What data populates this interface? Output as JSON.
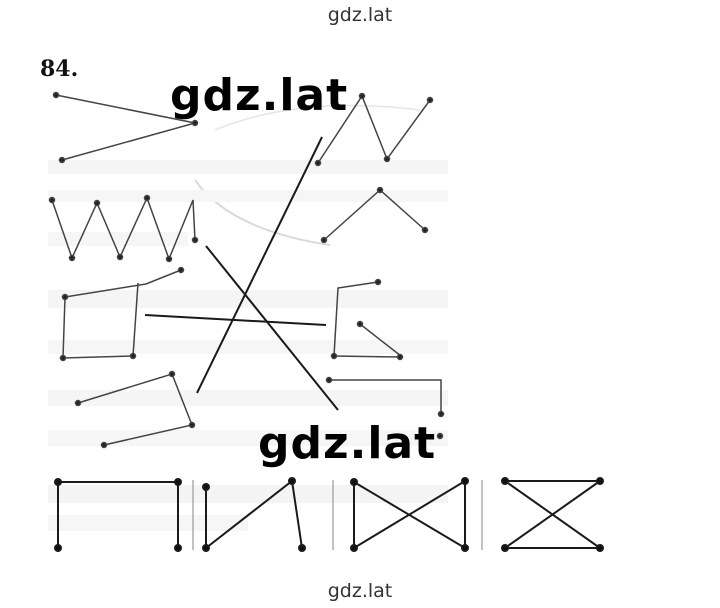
{
  "site_label_top": "gdz.lat",
  "site_label_bottom": "gdz.lat",
  "problem_number": "84.",
  "watermark_1": "gdz.lat",
  "watermark_2": "gdz.lat"
}
